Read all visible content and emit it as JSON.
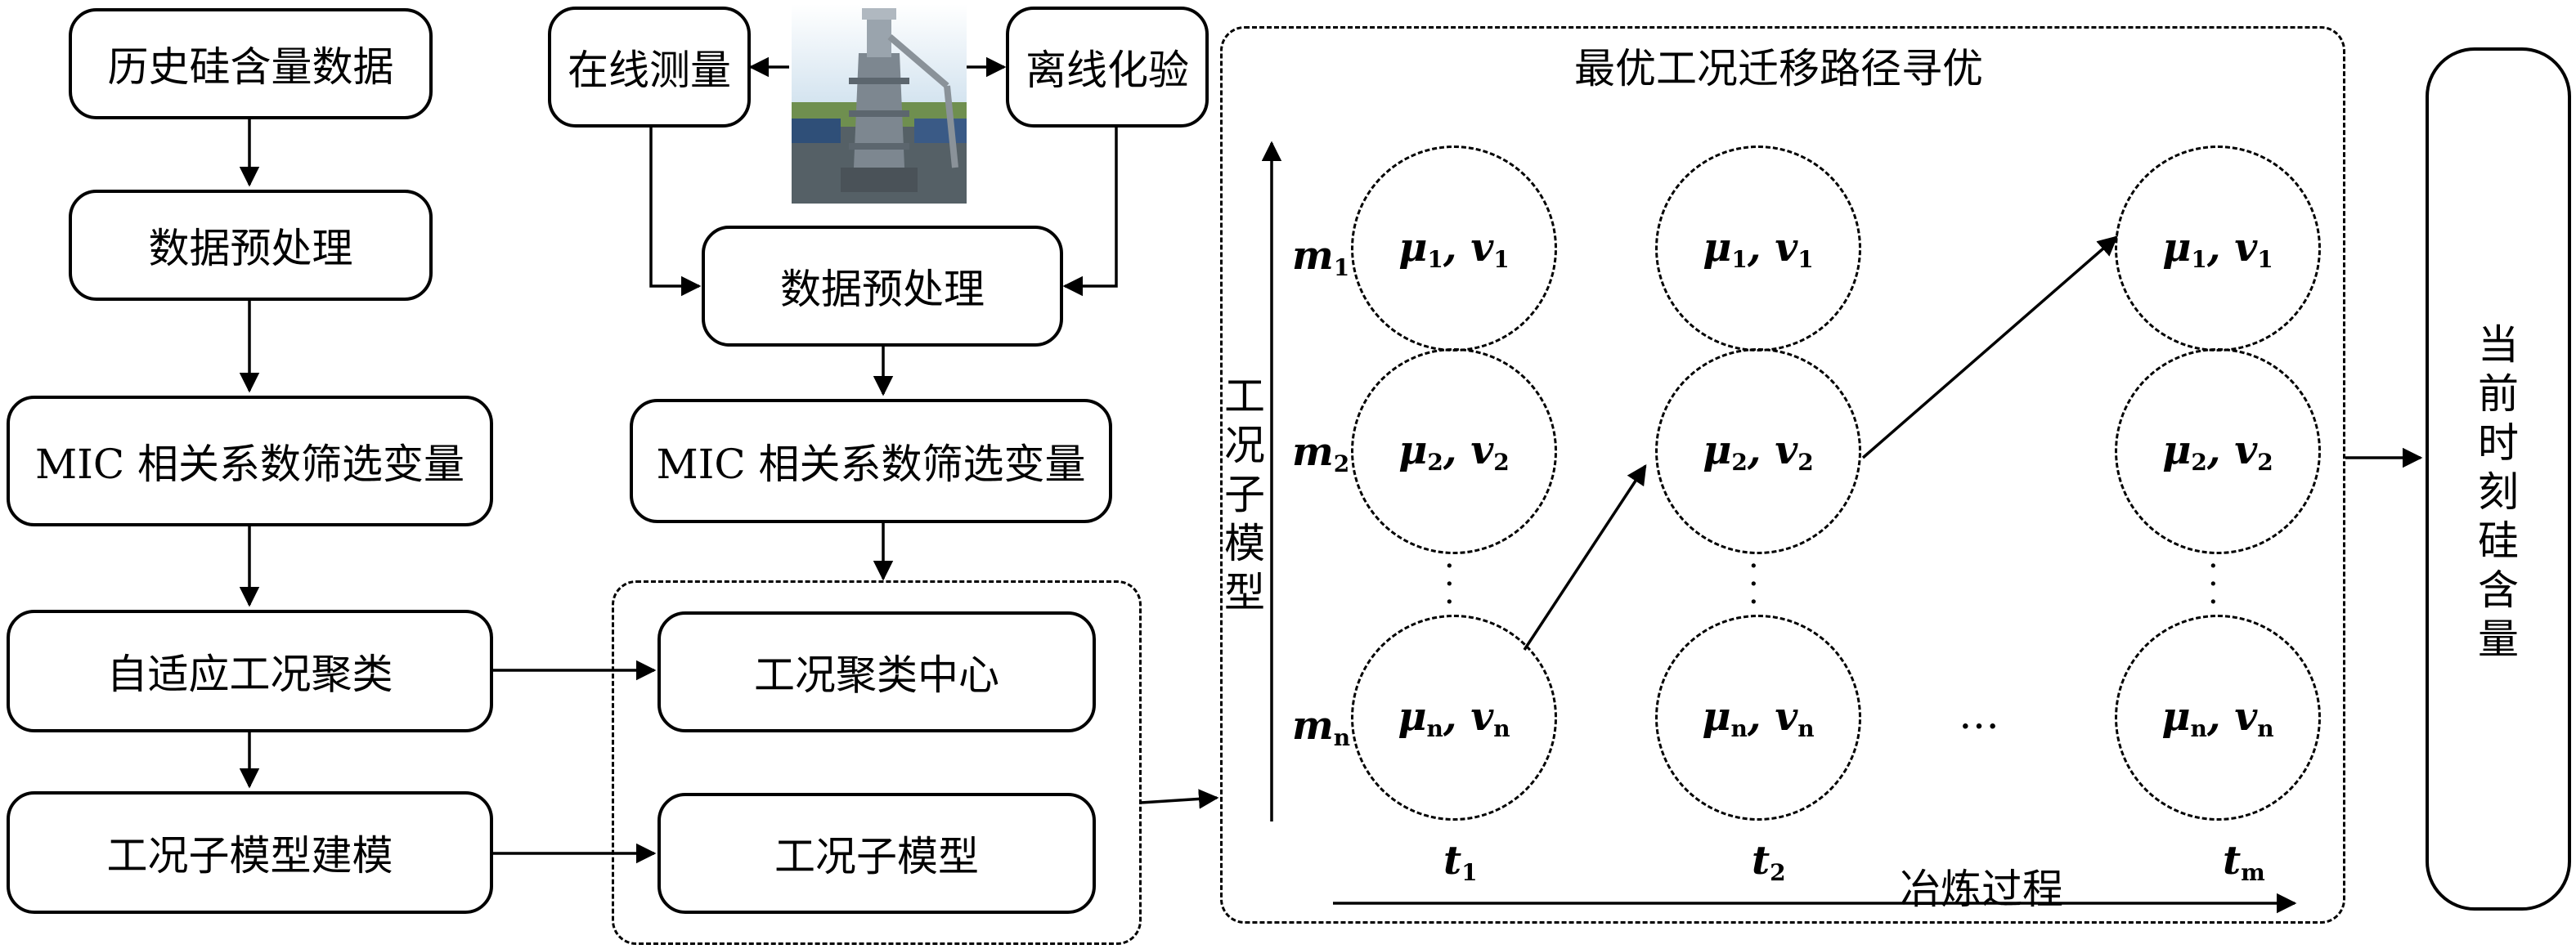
{
  "left_column": {
    "history_data": "历史硅含量数据",
    "preprocess": "数据预处理",
    "mic_filter": "MIC 相关系数筛选变量",
    "adaptive_clustering": "自适应工况聚类",
    "submodel_building": "工况子模型建模"
  },
  "middle_column": {
    "online_measure": "在线测量",
    "offline_assay": "离线化验",
    "preprocess": "数据预处理",
    "mic_filter": "MIC 相关系数筛选变量",
    "cluster_center": "工况聚类中心",
    "submodel": "工况子模型"
  },
  "optimization_panel": {
    "title": "最优工况迁移路径寻优",
    "y_axis_label": "工况子模型",
    "x_axis_label": "冶炼过程",
    "row_labels": [
      "m1",
      "m2",
      "mn"
    ],
    "time_labels": [
      "t1",
      "t2",
      "tm"
    ],
    "ellipsis": "…",
    "nodes": {
      "r1": "μ1, v1",
      "r2": "μ2, v2",
      "rn": "μn, vn"
    }
  },
  "output": {
    "label": "当前时刻硅含量"
  },
  "furnace_image": "blast-furnace-photo"
}
